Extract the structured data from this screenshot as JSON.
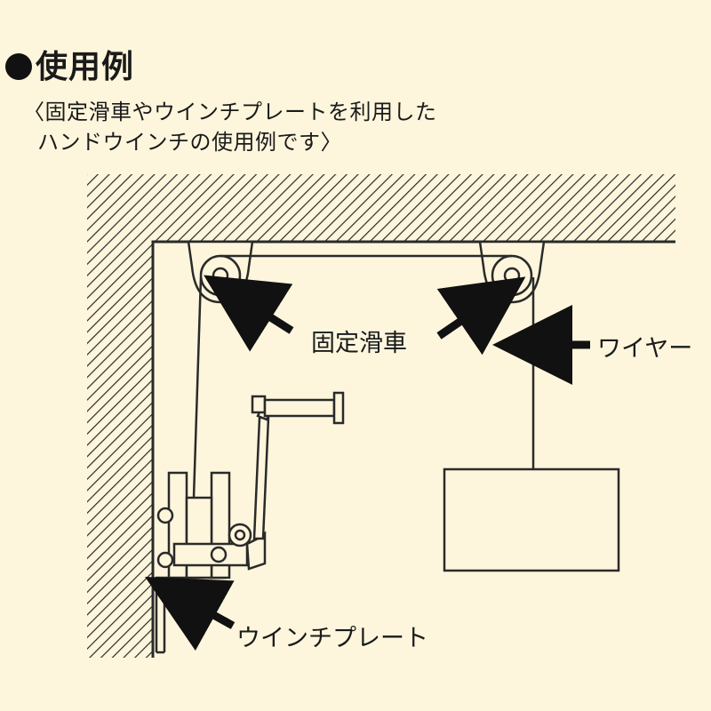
{
  "heading": {
    "bullet_icon": "black-circle-bullet-icon",
    "title": "使用例"
  },
  "caption": {
    "line1": "〈固定滑車やウインチプレートを利用した",
    "line2": "ハンドウインチの使用例です〉"
  },
  "labels": {
    "pulley": "固定滑車",
    "wire": "ワイヤー",
    "winch_plate": "ウインチプレート"
  },
  "colors": {
    "background": "#fdf6dc",
    "line": "#2a2a2a"
  }
}
